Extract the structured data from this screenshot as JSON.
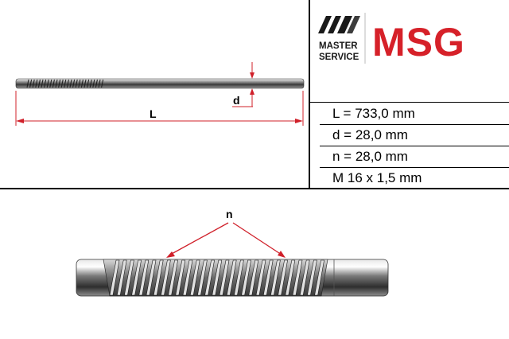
{
  "logo": {
    "line1": "MASTER",
    "line2": "SERVICE",
    "brand": "MSG",
    "brand_color": "#d62129",
    "mark_color": "#1a1a1a"
  },
  "drawing": {
    "label_L": "L",
    "label_d": "d",
    "label_n": "n",
    "dimension_color": "#d0202a"
  },
  "specs": [
    {
      "text": "L = 733,0 mm"
    },
    {
      "text": "d = 28,0 mm"
    },
    {
      "text": "n = 28,0 mm"
    },
    {
      "text": "M 16 x 1,5 mm"
    }
  ]
}
